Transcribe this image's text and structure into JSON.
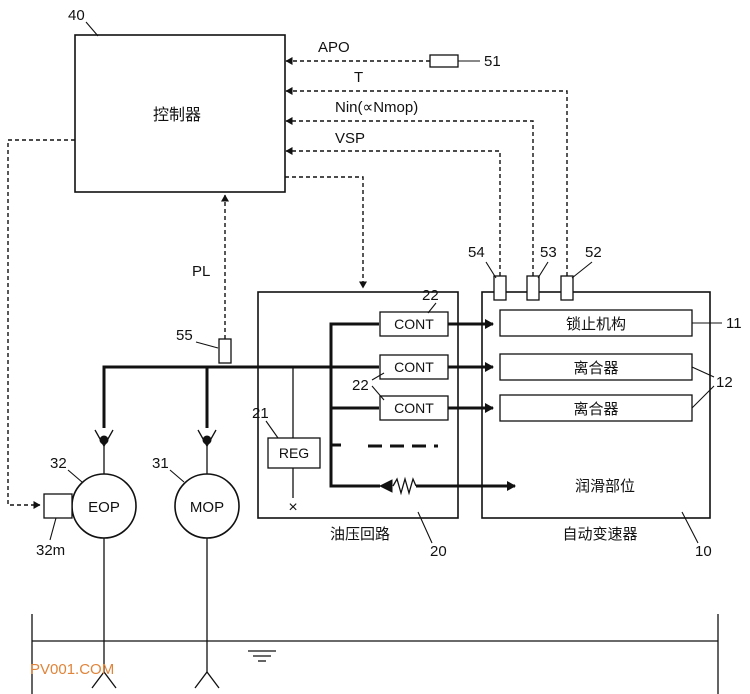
{
  "labels": {
    "controller": "控制器",
    "controller_ref": "40",
    "apo": "APO",
    "t": "T",
    "nin": "Nin(∝Nmop)",
    "vsp": "VSP",
    "sensor_51": "51",
    "sensor_52": "52",
    "sensor_53": "53",
    "sensor_54": "54",
    "sensor_55": "55",
    "pl": "PL",
    "cont_ref_top": "22",
    "cont_ref_mid": "22",
    "cont": "CONT",
    "reg": "REG",
    "reg_ref": "21",
    "hydraulic_circuit": "油压回路",
    "hydraulic_circuit_ref": "20",
    "lockup": "锁止机构",
    "lockup_ref": "11",
    "clutch": "离合器",
    "clutch_ref": "12",
    "lubrication": "润滑部位",
    "transmission": "自动变速器",
    "transmission_ref": "10",
    "eop": "EOP",
    "eop_ref": "32",
    "motor_ref": "32m",
    "mop": "MOP",
    "mop_ref": "31",
    "drain": "×",
    "watermark": "PV001.COM"
  }
}
